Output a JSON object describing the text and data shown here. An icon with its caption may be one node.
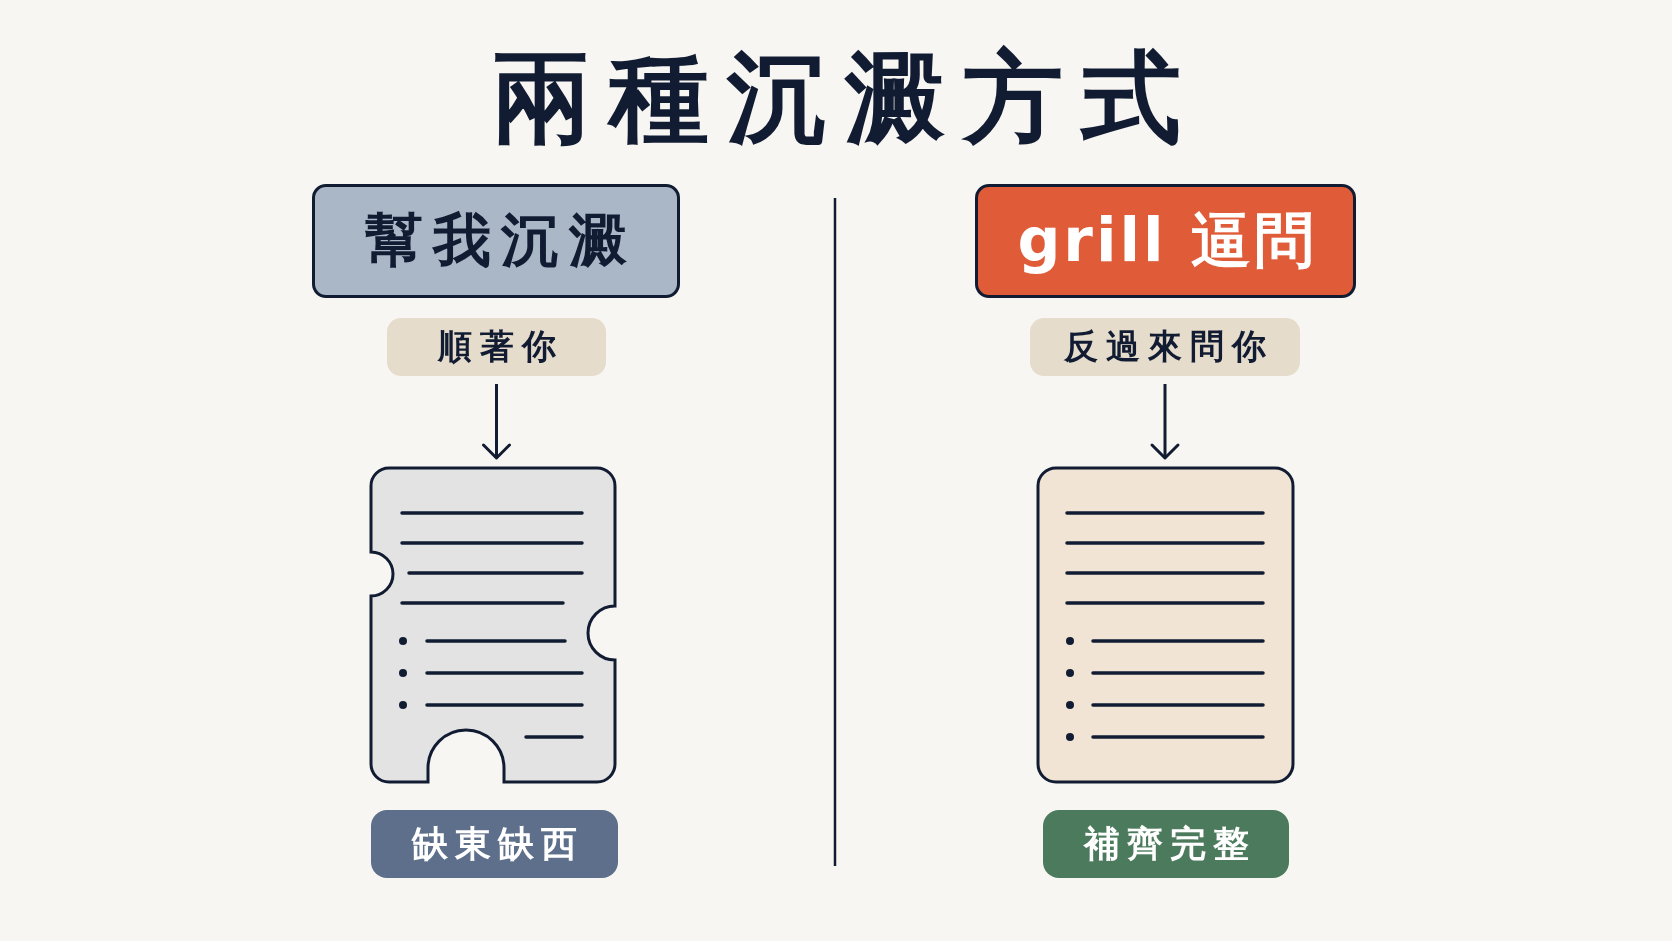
{
  "diagram": {
    "title": "兩種沉澱方式",
    "nodes": [
      {
        "text": [
          "幫我沉澱"
        ]
      },
      {
        "text": [
          "順著你"
        ]
      },
      {
        "text": [],
        "shape": "document"
      },
      {
        "text": [
          "缺東缺西"
        ]
      },
      {
        "text": [
          "grill 逼問"
        ]
      },
      {
        "text": [
          "反過來問你"
        ]
      },
      {
        "text": [],
        "shape": "document"
      },
      {
        "text": [
          "補齊完整"
        ]
      }
    ],
    "edges": [
      {
        "from": 1,
        "to": 2,
        "arrow": "to"
      },
      {
        "from": 5,
        "to": 6,
        "arrow": "to"
      }
    ]
  }
}
